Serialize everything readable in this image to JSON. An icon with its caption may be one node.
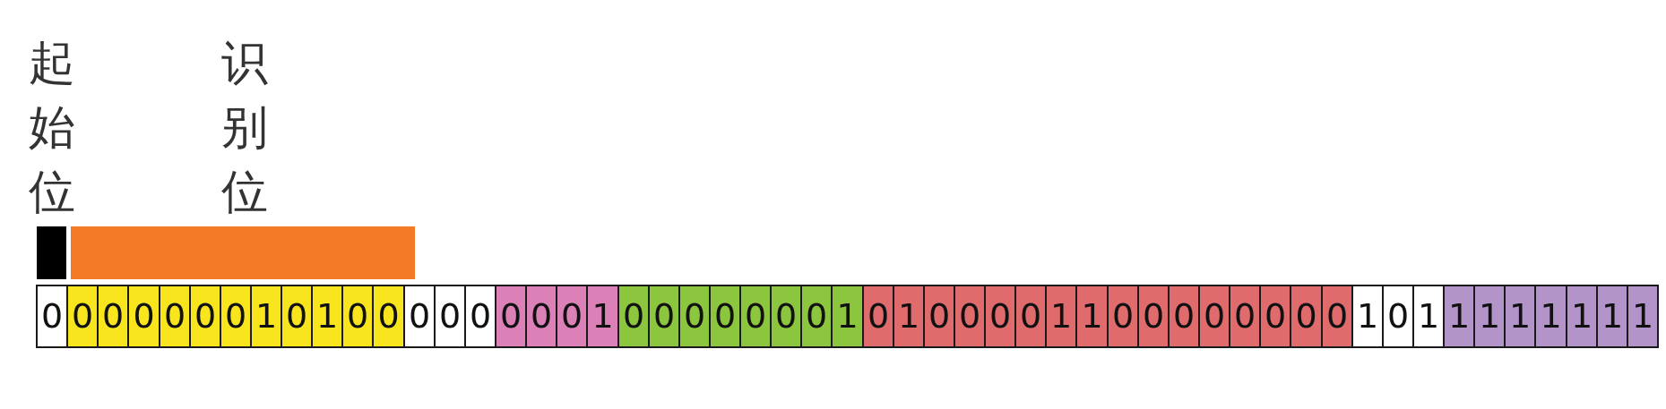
{
  "diagram": {
    "nodes": [
      {
        "text": [
          "起始位"
        ]
      },
      {
        "text": [
          "识别位"
        ]
      },
      {
        "text": [
          "0"
        ]
      },
      {
        "text": [
          "0"
        ]
      },
      {
        "text": [
          "0"
        ]
      },
      {
        "text": [
          "0"
        ]
      },
      {
        "text": [
          "0"
        ]
      },
      {
        "text": [
          "0"
        ]
      },
      {
        "text": [
          "0"
        ]
      },
      {
        "text": [
          "1"
        ]
      },
      {
        "text": [
          "0"
        ]
      },
      {
        "text": [
          "1"
        ]
      },
      {
        "text": [
          "0"
        ]
      },
      {
        "text": [
          "0"
        ]
      },
      {
        "text": [
          "0"
        ]
      },
      {
        "text": [
          "0"
        ]
      },
      {
        "text": [
          "0"
        ]
      },
      {
        "text": [
          "0"
        ]
      },
      {
        "text": [
          "0"
        ]
      },
      {
        "text": [
          "0"
        ]
      },
      {
        "text": [
          "1"
        ]
      },
      {
        "text": [
          "0"
        ]
      },
      {
        "text": [
          "0"
        ]
      },
      {
        "text": [
          "0"
        ]
      },
      {
        "text": [
          "0"
        ]
      },
      {
        "text": [
          "0"
        ]
      },
      {
        "text": [
          "0"
        ]
      },
      {
        "text": [
          "0"
        ]
      },
      {
        "text": [
          "1"
        ]
      },
      {
        "text": [
          "0"
        ]
      },
      {
        "text": [
          "1"
        ]
      },
      {
        "text": [
          "0"
        ]
      },
      {
        "text": [
          "0"
        ]
      },
      {
        "text": [
          "0"
        ]
      },
      {
        "text": [
          "0"
        ]
      },
      {
        "text": [
          "1"
        ]
      },
      {
        "text": [
          "1"
        ]
      },
      {
        "text": [
          "0"
        ]
      },
      {
        "text": [
          "0"
        ]
      },
      {
        "text": [
          "0"
        ]
      },
      {
        "text": [
          "0"
        ]
      },
      {
        "text": [
          "0"
        ]
      },
      {
        "text": [
          "0"
        ]
      },
      {
        "text": [
          "0"
        ]
      },
      {
        "text": [
          "0"
        ]
      },
      {
        "text": [
          "1"
        ]
      },
      {
        "text": [
          "0"
        ]
      },
      {
        "text": [
          "1"
        ]
      },
      {
        "text": [
          "1"
        ]
      },
      {
        "text": [
          "1"
        ]
      },
      {
        "text": [
          "1"
        ]
      },
      {
        "text": [
          "1"
        ]
      },
      {
        "text": [
          "1"
        ]
      },
      {
        "text": [
          "1"
        ]
      },
      {
        "text": [
          "1"
        ]
      }
    ]
  }
}
